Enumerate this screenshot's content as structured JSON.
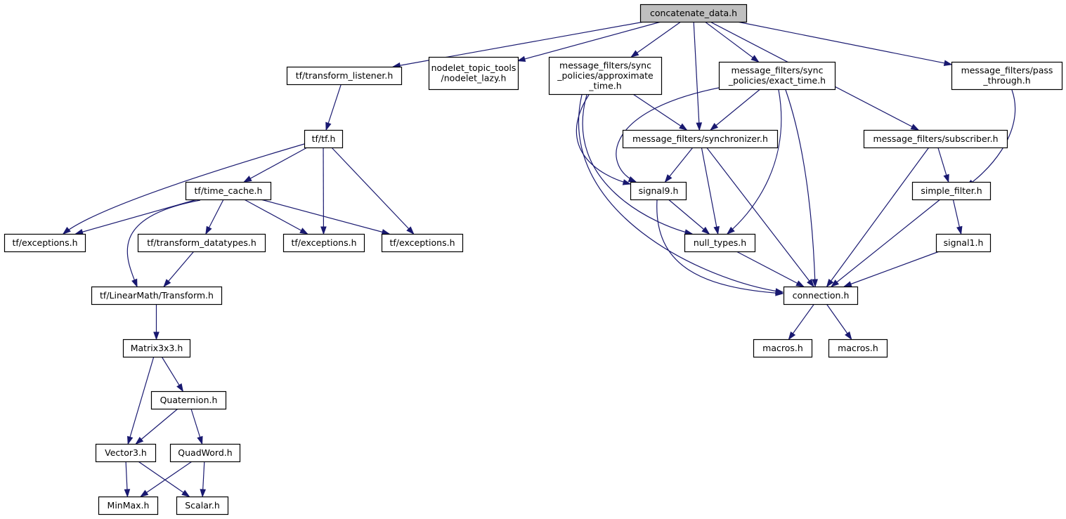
{
  "diagram": {
    "type": "include-dependency-graph",
    "colors": {
      "edge": "#191970",
      "root_fill": "#bfbfbf",
      "node_fill": "#ffffff",
      "node_border": "#000000"
    },
    "nodes": [
      {
        "id": "concatenate_data",
        "lines": [
          "concatenate_data.h"
        ],
        "root": true
      },
      {
        "id": "transform_listener",
        "lines": [
          "tf/transform_listener.h"
        ]
      },
      {
        "id": "nodelet_lazy",
        "lines": [
          "nodelet_topic_tools",
          "/nodelet_lazy.h"
        ]
      },
      {
        "id": "approximate_time",
        "lines": [
          "message_filters/sync",
          "_policies/approximate",
          "_time.h"
        ]
      },
      {
        "id": "exact_time",
        "lines": [
          "message_filters/sync",
          "_policies/exact_time.h"
        ]
      },
      {
        "id": "pass_through",
        "lines": [
          "message_filters/pass",
          "_through.h"
        ]
      },
      {
        "id": "tf_h",
        "lines": [
          "tf/tf.h"
        ]
      },
      {
        "id": "synchronizer",
        "lines": [
          "message_filters/synchronizer.h"
        ]
      },
      {
        "id": "subscriber",
        "lines": [
          "message_filters/subscriber.h"
        ]
      },
      {
        "id": "time_cache",
        "lines": [
          "tf/time_cache.h"
        ]
      },
      {
        "id": "signal9",
        "lines": [
          "signal9.h"
        ]
      },
      {
        "id": "simple_filter",
        "lines": [
          "simple_filter.h"
        ]
      },
      {
        "id": "exceptions_1",
        "lines": [
          "tf/exceptions.h"
        ]
      },
      {
        "id": "transform_datatypes",
        "lines": [
          "tf/transform_datatypes.h"
        ]
      },
      {
        "id": "exceptions_2",
        "lines": [
          "tf/exceptions.h"
        ]
      },
      {
        "id": "exceptions_3",
        "lines": [
          "tf/exceptions.h"
        ]
      },
      {
        "id": "null_types",
        "lines": [
          "null_types.h"
        ]
      },
      {
        "id": "signal1",
        "lines": [
          "signal1.h"
        ]
      },
      {
        "id": "linearmath_transform",
        "lines": [
          "tf/LinearMath/Transform.h"
        ]
      },
      {
        "id": "connection",
        "lines": [
          "connection.h"
        ]
      },
      {
        "id": "matrix3x3",
        "lines": [
          "Matrix3x3.h"
        ]
      },
      {
        "id": "macros_1",
        "lines": [
          "macros.h"
        ]
      },
      {
        "id": "macros_2",
        "lines": [
          "macros.h"
        ]
      },
      {
        "id": "quaternion",
        "lines": [
          "Quaternion.h"
        ]
      },
      {
        "id": "vector3",
        "lines": [
          "Vector3.h"
        ]
      },
      {
        "id": "quadword",
        "lines": [
          "QuadWord.h"
        ]
      },
      {
        "id": "minmax",
        "lines": [
          "MinMax.h"
        ]
      },
      {
        "id": "scalar",
        "lines": [
          "Scalar.h"
        ]
      }
    ],
    "edges": [
      [
        "concatenate_data",
        "transform_listener"
      ],
      [
        "concatenate_data",
        "nodelet_lazy"
      ],
      [
        "concatenate_data",
        "approximate_time"
      ],
      [
        "concatenate_data",
        "exact_time"
      ],
      [
        "concatenate_data",
        "synchronizer"
      ],
      [
        "concatenate_data",
        "subscriber"
      ],
      [
        "concatenate_data",
        "pass_through"
      ],
      [
        "transform_listener",
        "tf_h"
      ],
      [
        "tf_h",
        "time_cache"
      ],
      [
        "tf_h",
        "exceptions_1"
      ],
      [
        "tf_h",
        "exceptions_2"
      ],
      [
        "tf_h",
        "exceptions_3"
      ],
      [
        "time_cache",
        "exceptions_1"
      ],
      [
        "time_cache",
        "transform_datatypes"
      ],
      [
        "time_cache",
        "exceptions_2"
      ],
      [
        "time_cache",
        "exceptions_3"
      ],
      [
        "time_cache",
        "linearmath_transform"
      ],
      [
        "transform_datatypes",
        "linearmath_transform"
      ],
      [
        "linearmath_transform",
        "matrix3x3"
      ],
      [
        "matrix3x3",
        "quaternion"
      ],
      [
        "matrix3x3",
        "vector3"
      ],
      [
        "quaternion",
        "vector3"
      ],
      [
        "quaternion",
        "quadword"
      ],
      [
        "vector3",
        "minmax"
      ],
      [
        "vector3",
        "scalar"
      ],
      [
        "quadword",
        "minmax"
      ],
      [
        "quadword",
        "scalar"
      ],
      [
        "approximate_time",
        "synchronizer"
      ],
      [
        "approximate_time",
        "signal9"
      ],
      [
        "approximate_time",
        "null_types"
      ],
      [
        "approximate_time",
        "connection"
      ],
      [
        "exact_time",
        "synchronizer"
      ],
      [
        "exact_time",
        "signal9"
      ],
      [
        "exact_time",
        "null_types"
      ],
      [
        "exact_time",
        "connection"
      ],
      [
        "synchronizer",
        "signal9"
      ],
      [
        "synchronizer",
        "null_types"
      ],
      [
        "synchronizer",
        "connection"
      ],
      [
        "signal9",
        "null_types"
      ],
      [
        "signal9",
        "connection"
      ],
      [
        "null_types",
        "connection"
      ],
      [
        "subscriber",
        "simple_filter"
      ],
      [
        "subscriber",
        "connection"
      ],
      [
        "pass_through",
        "simple_filter"
      ],
      [
        "simple_filter",
        "signal1"
      ],
      [
        "simple_filter",
        "connection"
      ],
      [
        "signal1",
        "connection"
      ],
      [
        "connection",
        "macros_1"
      ],
      [
        "connection",
        "macros_2"
      ]
    ]
  }
}
